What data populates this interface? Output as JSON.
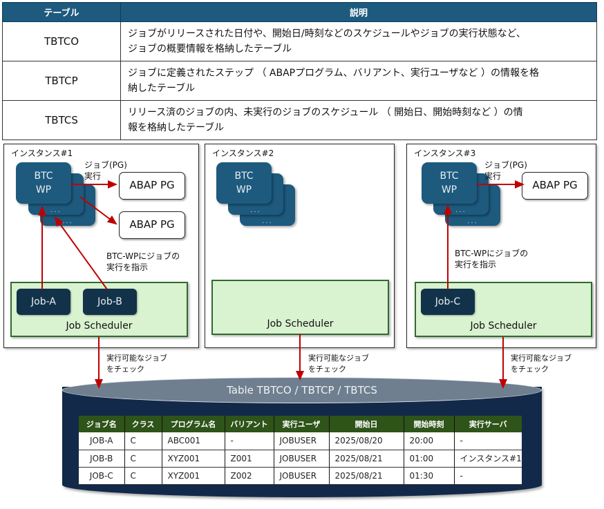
{
  "desc_table": {
    "headers": [
      "テーブル",
      "説明"
    ],
    "rows": [
      {
        "name": "TBTCO",
        "desc_line1": "ジョブがリリースされた日付や、開始日/時刻などのスケジュールやジョブの実行状態など、",
        "desc_line2": "ジョブの概要情報を格納したテーブル"
      },
      {
        "name": "TBTCP",
        "desc_line1": "ジョブに定義されたステップ （ ABAPプログラム、バリアント、実行ユーザなど ）の情報を格",
        "desc_line2": "納したテーブル"
      },
      {
        "name": "TBTCS",
        "desc_line1": "リリース済のジョブの内、未実行のジョブのスケジュール （ 開始日、開始時刻など ）の情",
        "desc_line2": "報を格納したテーブル"
      }
    ]
  },
  "instances": [
    {
      "label": "インスタンス#1",
      "wp_line1": "BTC",
      "wp_line2": "WP",
      "wp_dots": "...",
      "exec_note_line1": "ジョブ(PG)",
      "exec_note_line2": "実行",
      "abap_boxes": [
        "ABAP PG",
        "ABAP PG"
      ],
      "instruct_note_line1": "BTC-WPにジョブの",
      "instruct_note_line2": "実行を指示",
      "jobs": [
        "Job-A",
        "Job-B"
      ],
      "scheduler": "Job Scheduler"
    },
    {
      "label": "インスタンス#2",
      "wp_line1": "BTC",
      "wp_line2": "WP",
      "wp_dots": "...",
      "jobs": [],
      "scheduler": "Job Scheduler"
    },
    {
      "label": "インスタンス#3",
      "wp_line1": "BTC",
      "wp_line2": "WP",
      "wp_dots": "...",
      "exec_note_line1": "ジョブ(PG)",
      "exec_note_line2": "実行",
      "abap_boxes": [
        "ABAP PG"
      ],
      "instruct_note_line1": "BTC-WPにジョブの",
      "instruct_note_line2": "実行を指示",
      "jobs": [
        "Job-C"
      ],
      "scheduler": "Job Scheduler"
    }
  ],
  "check_note": {
    "line1": "実行可能なジョブ",
    "line2": "をチェック"
  },
  "database": {
    "title": "Table TBTCO / TBTCP / TBTCS",
    "headers": [
      "ジョブ名",
      "クラス",
      "プログラム名",
      "バリアント",
      "実行ユーザ",
      "開始日",
      "開始時刻",
      "実行サーバ"
    ],
    "rows": [
      [
        "JOB-A",
        "C",
        "ABC001",
        "-",
        "JOBUSER",
        "2025/08/20",
        "20:00",
        "-"
      ],
      [
        "JOB-B",
        "C",
        "XYZ001",
        "Z001",
        "JOBUSER",
        "2025/08/21",
        "01:00",
        "インスタンス#1"
      ],
      [
        "JOB-C",
        "C",
        "XYZ001",
        "Z002",
        "JOBUSER",
        "2025/08/21",
        "01:30",
        "-"
      ]
    ]
  },
  "colors": {
    "header_blue": "#1d5a7e",
    "wp_blue": "#1d5a7e",
    "job_navy": "#12324a",
    "scheduler_green": "#d9f2d0",
    "scheduler_border": "#2e6b2e",
    "arrow_red": "#c00000",
    "db_navy": "#13294a",
    "db_top": "#6f7f8f",
    "db_header_green": "#2e5419"
  }
}
